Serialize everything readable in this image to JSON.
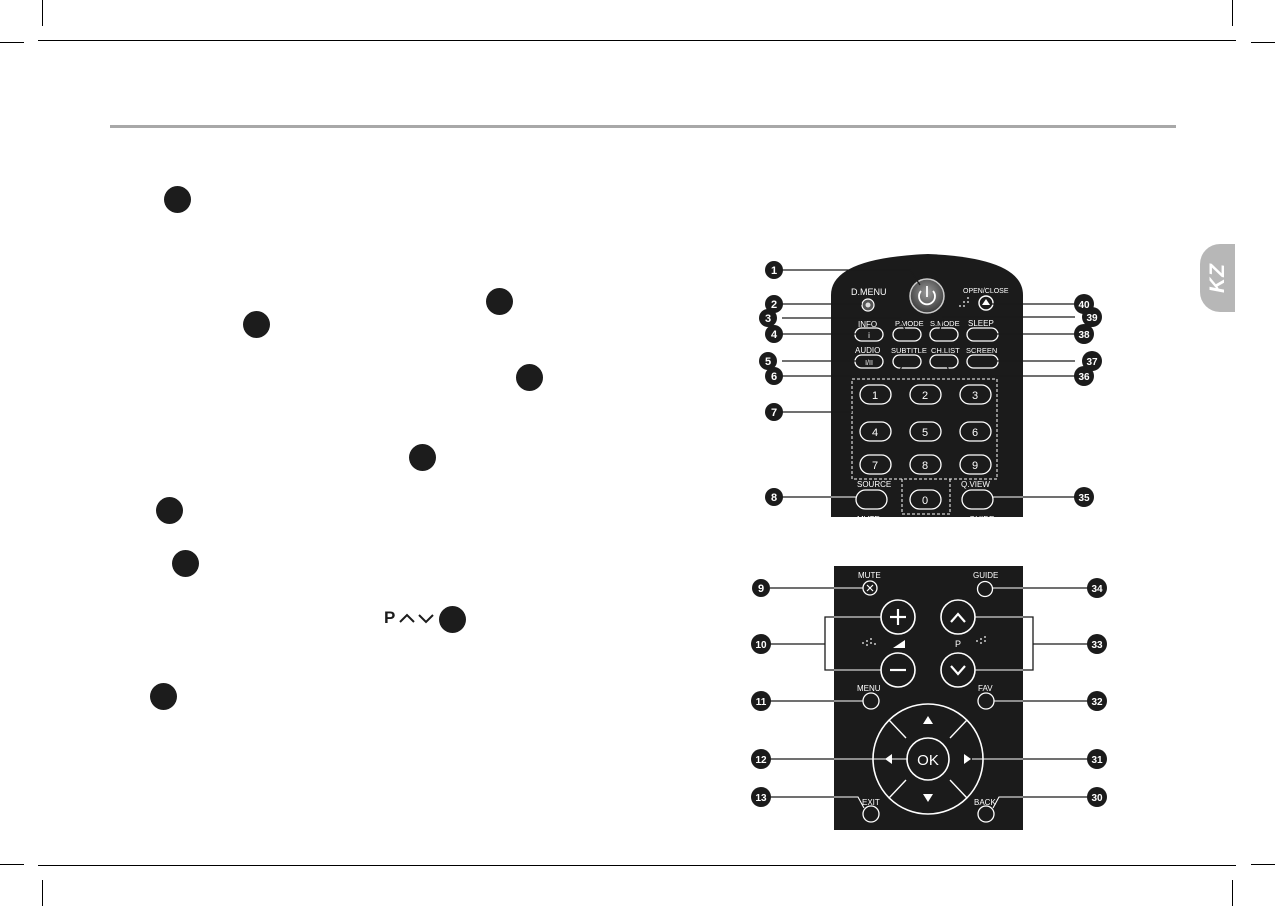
{
  "page": {
    "language_tab": "KZ",
    "p_button_symbol": "P"
  },
  "remote_top": {
    "top_labels": [
      "D.MENU",
      "OPEN/CLOSE"
    ],
    "row_labels": [
      "INFO",
      "P.MODE",
      "S.MODE",
      "SLEEP",
      "AUDIO",
      "SUBTITLE",
      "CH.LIST",
      "SCREEN"
    ],
    "button_glyphs": [
      "i",
      "I/II"
    ],
    "digits": [
      "1",
      "2",
      "3",
      "4",
      "5",
      "6",
      "7",
      "8",
      "9",
      "0"
    ],
    "bottom_labels": [
      "SOURCE",
      "Q.VIEW",
      "MUTE",
      "GUIDE"
    ],
    "callouts_left": [
      "1",
      "2",
      "3",
      "4",
      "5",
      "6",
      "7",
      "8"
    ],
    "callouts_right": [
      "40",
      "39",
      "38",
      "37",
      "36",
      "35"
    ]
  },
  "remote_bottom": {
    "labels": [
      "MUTE",
      "GUIDE",
      "MENU",
      "FAV",
      "EXIT",
      "BACK",
      "P"
    ],
    "center_label": "OK",
    "callouts_left": [
      "9",
      "10",
      "11",
      "12",
      "13"
    ],
    "callouts_right": [
      "34",
      "33",
      "32",
      "31",
      "30"
    ]
  }
}
